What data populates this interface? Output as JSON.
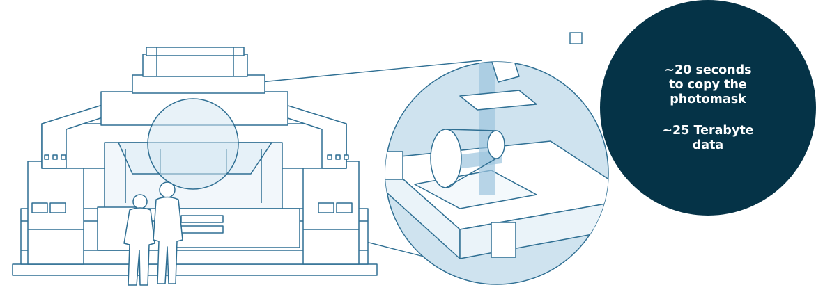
{
  "colors": {
    "line": "#2f6f93",
    "light_fill": "#e6f1f8",
    "beam": "#6fa9cd",
    "callout_bg": "#053347",
    "callout_text": "#ffffff"
  },
  "callout": {
    "line1": "~20 seconds",
    "line2": "to copy the",
    "line3": "photomask",
    "line4": "~25 Terabyte",
    "line5": "data"
  },
  "icons": [
    "lithography-machine-illustration",
    "technician-figure-icon",
    "optics-zoom-illustration"
  ]
}
